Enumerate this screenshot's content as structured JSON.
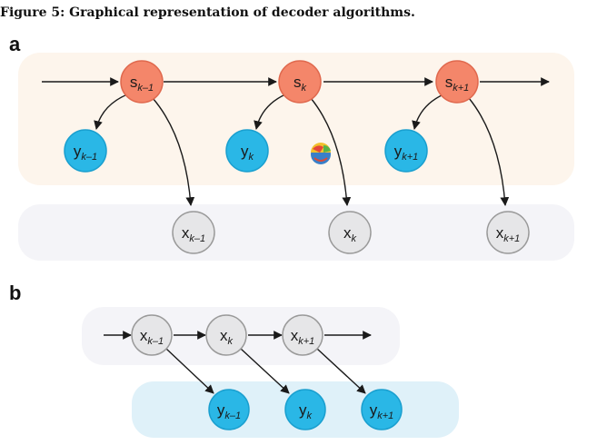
{
  "figure": {
    "title": "Figure 5: Graphical representation of decoder algorithms.",
    "panel_a_label": "a",
    "panel_b_label": "b"
  },
  "panel_a": {
    "state_nodes": [
      {
        "base": "s",
        "sub": "k–1"
      },
      {
        "base": "s",
        "sub": "k"
      },
      {
        "base": "s",
        "sub": "k+1"
      }
    ],
    "output_nodes": [
      {
        "base": "y",
        "sub": "k–1"
      },
      {
        "base": "y",
        "sub": "k"
      },
      {
        "base": "y",
        "sub": "k+1"
      }
    ],
    "input_nodes": [
      {
        "base": "x",
        "sub": "k–1"
      },
      {
        "base": "x",
        "sub": "k"
      },
      {
        "base": "x",
        "sub": "k+1"
      }
    ]
  },
  "panel_b": {
    "input_nodes": [
      {
        "base": "x",
        "sub": "k–1"
      },
      {
        "base": "x",
        "sub": "k"
      },
      {
        "base": "x",
        "sub": "k+1"
      }
    ],
    "output_nodes": [
      {
        "base": "y",
        "sub": "k–1"
      },
      {
        "base": "y",
        "sub": "k"
      },
      {
        "base": "y",
        "sub": "k+1"
      }
    ]
  },
  "colors": {
    "state_fill": "#f4866a",
    "state_stroke": "#e0694e",
    "output_fill": "#2ab7e6",
    "output_stroke": "#1a9fcf",
    "input_fill": "#e6e6e8",
    "input_stroke": "#9a9a9a",
    "band_orange": "#fdf5ec",
    "band_gray": "#f4f4f8",
    "band_blue": "#dff1f9",
    "arrow": "#1a1a1a"
  }
}
